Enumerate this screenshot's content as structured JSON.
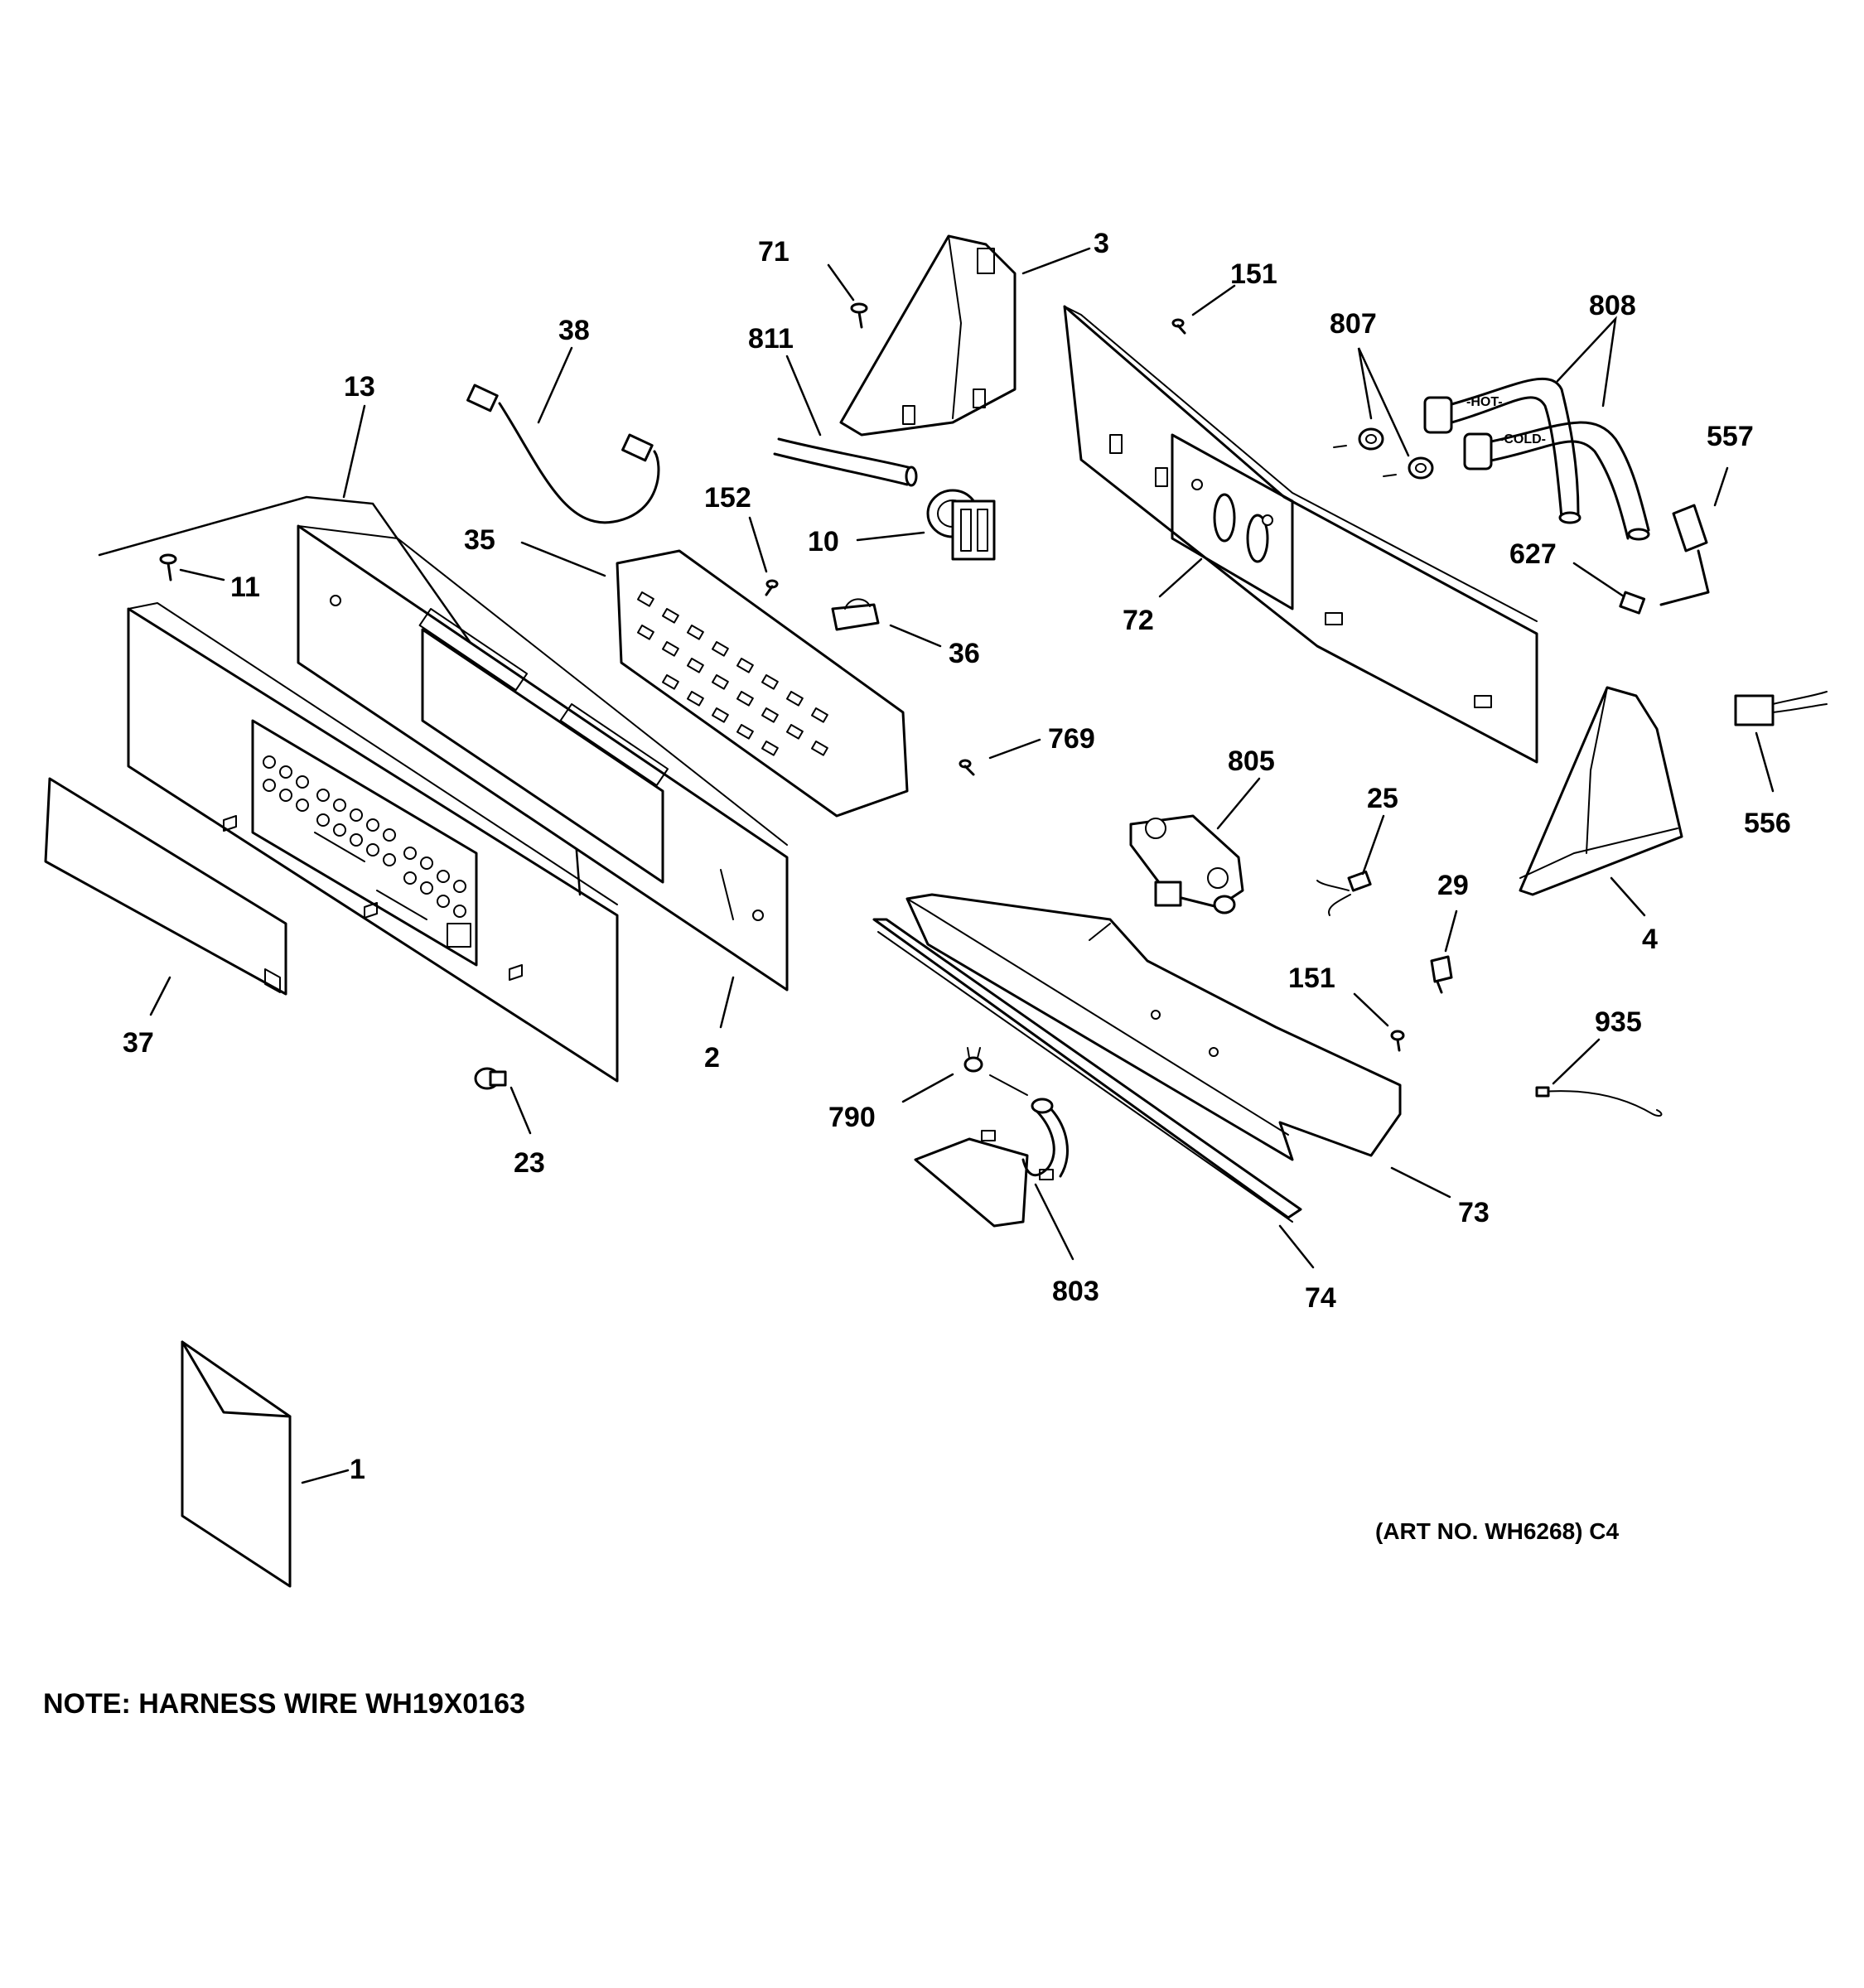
{
  "diagram": {
    "part_labels": {
      "p1": "1",
      "p2": "2",
      "p3": "3",
      "p4": "4",
      "p10": "10",
      "p11": "11",
      "p13": "13",
      "p23": "23",
      "p25": "25",
      "p29": "29",
      "p35": "35",
      "p36": "36",
      "p37": "37",
      "p38": "38",
      "p71": "71",
      "p72": "72",
      "p73": "73",
      "p74": "74",
      "p151a": "151",
      "p151b": "151",
      "p152": "152",
      "p556": "556",
      "p557": "557",
      "p627": "627",
      "p769": "769",
      "p790": "790",
      "p803": "803",
      "p805": "805",
      "p807": "807",
      "p808": "808",
      "p811": "811",
      "p935": "935"
    },
    "hose_markings": {
      "hot": "-HOT-",
      "cold": "-COLD-"
    },
    "art_number": "(ART NO. WH6268) C4",
    "note": "NOTE: HARNESS WIRE WH19X0163"
  }
}
